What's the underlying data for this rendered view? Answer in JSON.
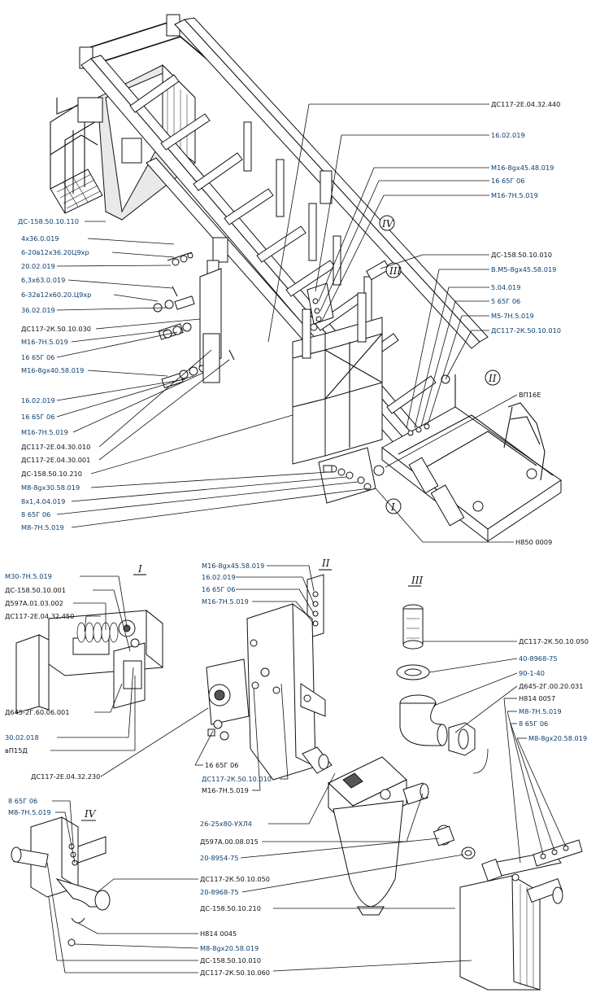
{
  "sections": {
    "I": "I",
    "II": "II",
    "III": "III",
    "IV": "IV"
  },
  "labels": [
    {
      "id": "r01",
      "text": "ДС117-2Е.04.32.440",
      "color": "dark"
    },
    {
      "id": "r02",
      "text": "16.02.019",
      "color": "blue"
    },
    {
      "id": "r03",
      "text": "М16-8gх45.48.019",
      "color": "blue"
    },
    {
      "id": "r04",
      "text": "16 65Г 06",
      "color": "blue"
    },
    {
      "id": "r05",
      "text": "М16-7Н.5.019",
      "color": "blue"
    },
    {
      "id": "r06",
      "text": "ДС-158.50.10.010",
      "color": "dark"
    },
    {
      "id": "r07",
      "text": "В.М5-8gх45.58.019",
      "color": "blue"
    },
    {
      "id": "r08",
      "text": "5.04.019",
      "color": "blue"
    },
    {
      "id": "r09",
      "text": "5 65Г 06",
      "color": "blue"
    },
    {
      "id": "r10",
      "text": "М5-7Н.5.019",
      "color": "blue"
    },
    {
      "id": "r11",
      "text": "ДС117-2К.50.10.010",
      "color": "blue"
    },
    {
      "id": "r12",
      "text": "ВП16Е",
      "color": "dark"
    },
    {
      "id": "r13",
      "text": "Н850 0009",
      "color": "dark"
    },
    {
      "id": "l01",
      "text": "ДС-158.50.10.110",
      "color": "blue"
    },
    {
      "id": "l02",
      "text": "4х36.0.019",
      "color": "blue"
    },
    {
      "id": "l03",
      "text": "6-20в12х36.20Ц9хр",
      "color": "blue"
    },
    {
      "id": "l04",
      "text": "20.02.019",
      "color": "blue"
    },
    {
      "id": "l05",
      "text": "6,3х63.0.019",
      "color": "blue"
    },
    {
      "id": "l06",
      "text": "6-32в12х60.20.Ц9хр",
      "color": "blue"
    },
    {
      "id": "l07",
      "text": "36.02.019",
      "color": "blue"
    },
    {
      "id": "l08",
      "text": "ДС117-2К.50.10.030",
      "color": "dark"
    },
    {
      "id": "l09",
      "text": "М16-7Н.5.019",
      "color": "blue"
    },
    {
      "id": "l10",
      "text": "16 65Г 06",
      "color": "blue"
    },
    {
      "id": "l11",
      "text": "М16-8gх40.58.019",
      "color": "blue"
    },
    {
      "id": "l12",
      "text": "16.02.019",
      "color": "blue"
    },
    {
      "id": "l13",
      "text": "16 65Г 06",
      "color": "blue"
    },
    {
      "id": "l14",
      "text": "М16-7Н.5.019",
      "color": "blue"
    },
    {
      "id": "l15",
      "text": "ДС117-2Е.04.30.010",
      "color": "dark"
    },
    {
      "id": "l16",
      "text": "ДС117-2Е.04.30.001",
      "color": "dark"
    },
    {
      "id": "l17",
      "text": "ДС-158.50.10.210",
      "color": "dark"
    },
    {
      "id": "l18",
      "text": "М8-8gх30.58.019",
      "color": "blue"
    },
    {
      "id": "l19",
      "text": "8х1,4.04.019",
      "color": "blue"
    },
    {
      "id": "l20",
      "text": "8 65Г 06",
      "color": "blue"
    },
    {
      "id": "l21",
      "text": "М8-7Н.5.019",
      "color": "blue"
    },
    {
      "id": "a01",
      "text": "М30-7Н.5.019",
      "color": "blue"
    },
    {
      "id": "a02",
      "text": "ДС-158.50.10.001",
      "color": "dark"
    },
    {
      "id": "a03",
      "text": "Д597А.01.03.002",
      "color": "dark"
    },
    {
      "id": "a04",
      "text": "ДС117-2Е.04.32.450",
      "color": "dark"
    },
    {
      "id": "a05",
      "text": "Д645-2Г.60.06.001",
      "color": "dark"
    },
    {
      "id": "a06",
      "text": "30.02.018",
      "color": "blue"
    },
    {
      "id": "a07",
      "text": "вП15Д",
      "color": "dark"
    },
    {
      "id": "b01",
      "text": "М16-8gх45.58.019",
      "color": "blue"
    },
    {
      "id": "b02",
      "text": "16.02.019",
      "color": "blue"
    },
    {
      "id": "b03",
      "text": "16 65Г 06",
      "color": "blue"
    },
    {
      "id": "b04",
      "text": "М16-7Н.5.019",
      "color": "blue"
    },
    {
      "id": "b05",
      "text": "ДС117-2Е.04.32.230",
      "color": "dark"
    },
    {
      "id": "b06",
      "text": "16 65Г 06",
      "color": "dark"
    },
    {
      "id": "b07",
      "text": "ДС117-2К.50.10.010",
      "color": "blue"
    },
    {
      "id": "b08",
      "text": "М16-7Н.5.019",
      "color": "dark"
    },
    {
      "id": "c01",
      "text": "ДС117-2К.50.10.050",
      "color": "dark"
    },
    {
      "id": "c02",
      "text": "40-8968-75",
      "color": "blue"
    },
    {
      "id": "c03",
      "text": "90-1-40",
      "color": "blue"
    },
    {
      "id": "c04",
      "text": "Д645-2Г.00.20.031",
      "color": "dark"
    },
    {
      "id": "c05",
      "text": "Н814 0057",
      "color": "dark"
    },
    {
      "id": "c06",
      "text": "М8-7Н.5.019",
      "color": "blue"
    },
    {
      "id": "c07",
      "text": "8 65Г 06",
      "color": "blue"
    },
    {
      "id": "c08",
      "text": "М8-8gх20.58.019",
      "color": "blue"
    },
    {
      "id": "d01",
      "text": "8 65Г 06",
      "color": "blue"
    },
    {
      "id": "d02",
      "text": "М8-7Н.5.019",
      "color": "blue"
    },
    {
      "id": "d03",
      "text": "26-25х80-УХЛ4",
      "color": "blue"
    },
    {
      "id": "d04",
      "text": "Д597А.00.08.015",
      "color": "dark"
    },
    {
      "id": "d05",
      "text": "20-8954-75",
      "color": "blue"
    },
    {
      "id": "d06",
      "text": "20-8968-75",
      "color": "blue"
    },
    {
      "id": "d07",
      "text": "ДС-158.50.10.210",
      "color": "dark"
    },
    {
      "id": "d08",
      "text": "ДС117-2К.50.10.050",
      "color": "dark"
    },
    {
      "id": "d09",
      "text": "Н814 0045",
      "color": "dark"
    },
    {
      "id": "d10",
      "text": "М8-8gх20.58.019",
      "color": "blue"
    },
    {
      "id": "d11",
      "text": "ДС-158.50.10.010",
      "color": "dark"
    },
    {
      "id": "d12",
      "text": "ДС117-2К.50.10.060",
      "color": "dark"
    }
  ]
}
